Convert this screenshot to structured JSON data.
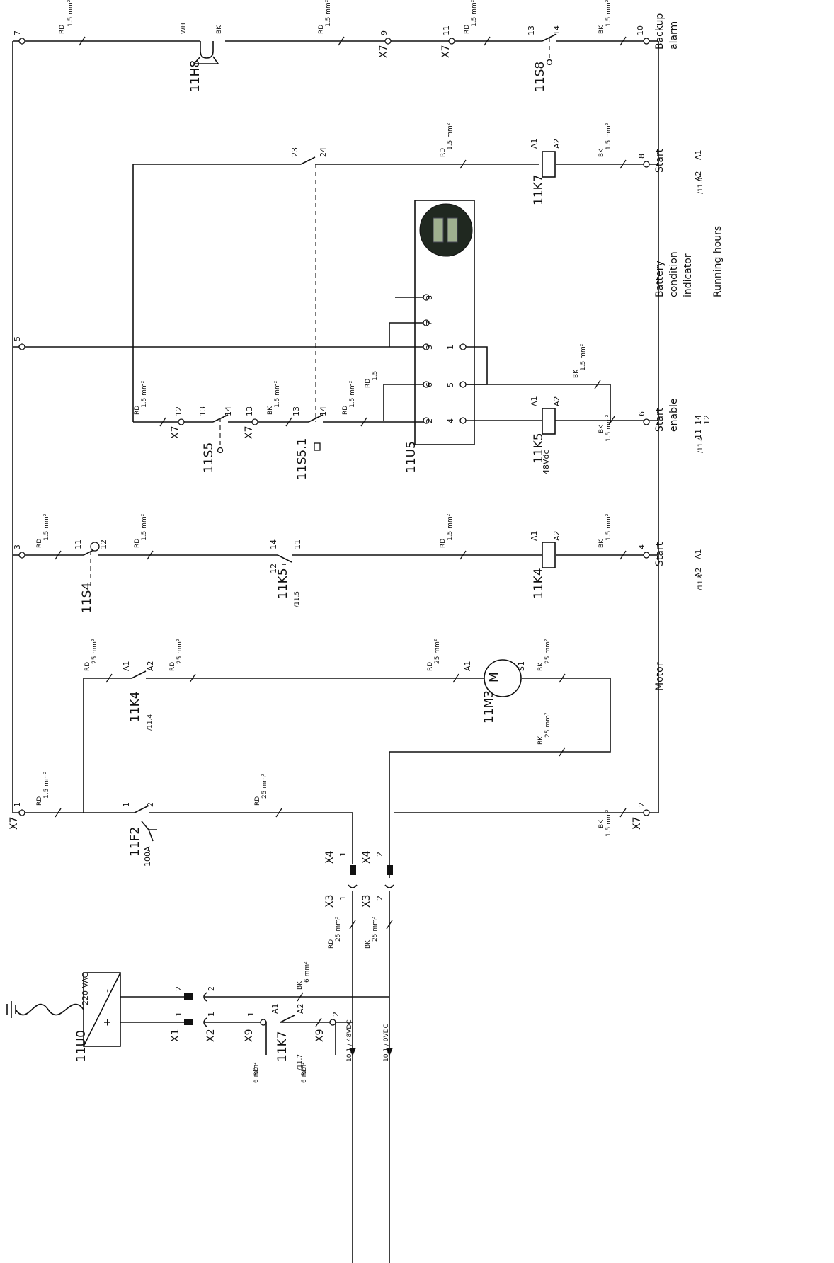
{
  "devices": {
    "u0": "11U0",
    "u0_rating": "220 VAC",
    "plus": "+",
    "minus": "-",
    "h8": "11H8",
    "s8": "11S8",
    "k7_bottom": "11K7",
    "k7_top": "11K7",
    "u5": "11U5",
    "s5": "11S5",
    "s51": "11S5.1",
    "k5": "11K5",
    "k5_rating": "48Vdc",
    "k5_ref_contact": "11K5",
    "k5_ref_contact_page": "/11.5",
    "k4": "11K4",
    "k4_contact": "11K4",
    "k4_contact_page": "/11.4",
    "s4": "11S4",
    "m3": "11M3",
    "motor_symbol": "M",
    "f2": "11F2",
    "f2_rating": "100A"
  },
  "connectors": {
    "x1": "X1",
    "x2": "X2",
    "x3": "X3",
    "x4": "X4",
    "x7": "X7",
    "x9": "X9",
    "pin1": "1",
    "pin2": "2"
  },
  "wire_labels": {
    "rd": "RD",
    "bk": "BK",
    "wh": "WH",
    "cs15": "1.5 mm²",
    "cs25": "25 mm²",
    "cs6": "6 mm²",
    "cs15b": "1.5"
  },
  "terminals": {
    "t1": "1",
    "t2": "2",
    "t3": "3",
    "t4": "4",
    "t5": "5",
    "t6": "6",
    "t7": "7",
    "t8": "8",
    "t9": "9",
    "t10": "10",
    "t11": "11",
    "t12": "12",
    "t13": "13",
    "t14": "14",
    "t23": "23",
    "t24": "24",
    "a1": "A1",
    "a2": "A2",
    "s1": "S1"
  },
  "function_labels": {
    "backup_alarm_1": "Backup",
    "backup_alarm_2": "alarm",
    "start_k7": "Start",
    "battery_1": "Battery",
    "battery_2": "condition",
    "battery_3": "indicator",
    "running_hours": "Running hours",
    "start_enable_1": "Start",
    "start_enable_2": "enable",
    "start_k4": "Start",
    "motor": "Motor"
  },
  "cross_refs": {
    "k7_ref": "/11.0",
    "k5_ref": "/11.4",
    "k4_ref": "/11.3",
    "k7_contact_page": "/11.7"
  },
  "supply": {
    "plus_48": "10.1 / 48VDC",
    "zero_v": "10.1 / 0VDC"
  },
  "colors": {
    "line": "#111111",
    "background": "#ffffff",
    "meter_face": "#3a4a3a"
  }
}
